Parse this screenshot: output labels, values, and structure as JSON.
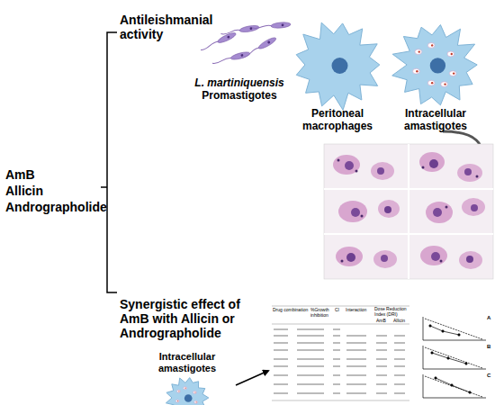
{
  "diagram": {
    "nodes": [
      {
        "text": [
          "L. martiniquensis",
          "Promastigotes"
        ]
      },
      {
        "text": [
          "Peritoneal macrophages"
        ]
      },
      {
        "text": [
          "Intracellular amastigotes"
        ]
      },
      {
        "text": [
          "Intracellular amastigotes"
        ]
      }
    ],
    "labels": [
      "Antileishmanial activity",
      "AmB",
      "Allicin",
      "Andrographolide",
      "Synergistic effect of AmB with Allicin or Andrographolide",
      "Drug combination",
      "%Growth inhibition",
      "CI",
      "Interaction",
      "Dose Reduction Index (DRI)",
      "AmB",
      "Allicin",
      "A",
      "B",
      "C"
    ]
  }
}
